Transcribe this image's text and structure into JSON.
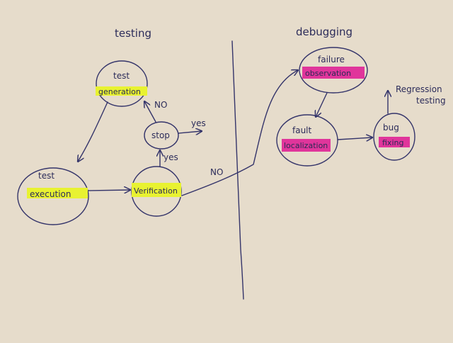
{
  "sections": {
    "testing": "testing",
    "debugging": "debugging"
  },
  "nodes": {
    "test_generation": {
      "line1": "test",
      "line2": "generation"
    },
    "test_execution": {
      "line1": "test",
      "line2": "execution"
    },
    "verification": {
      "line1": "Verification"
    },
    "stop": {
      "line1": "stop"
    },
    "failure_observation": {
      "line1": "failure",
      "line2": "observation"
    },
    "fault_localization": {
      "line1": "fault",
      "line2": "localization"
    },
    "bug_fixing": {
      "line1": "bug",
      "line2": "fixing"
    }
  },
  "edge_labels": {
    "stop_to_generation": "NO",
    "stop_to_exit": "yes",
    "verification_to_stop": "yes",
    "verification_to_failure": "NO",
    "regression": {
      "line1": "Regression",
      "line2": "testing"
    }
  },
  "colors": {
    "paper": "#e6dccb",
    "ink": "#34346a",
    "highlight_testing": "#e8f231",
    "highlight_debugging": "#e0359b"
  }
}
